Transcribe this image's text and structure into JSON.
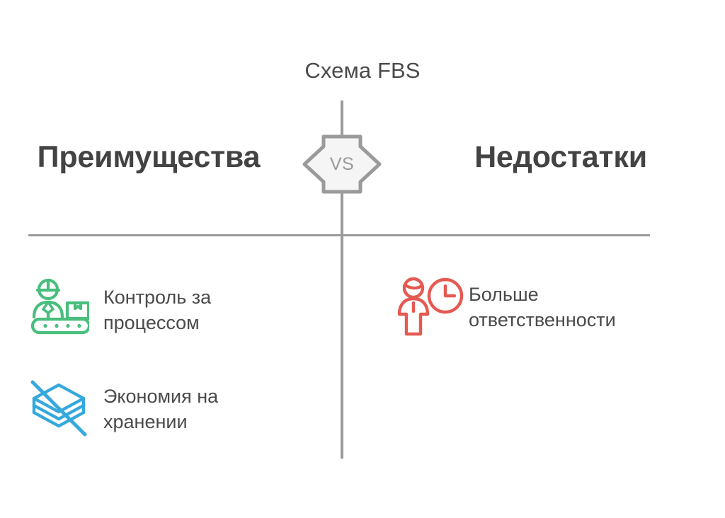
{
  "page": {
    "background": "#ffffff",
    "title": "Схема FBS",
    "title_color": "#4a4a4a"
  },
  "vs_badge": {
    "label": "VS",
    "fill": "#f5f5f5",
    "stroke": "#9a9a9a",
    "icon": "double-arrow-vs-badge"
  },
  "divider": {
    "color": "#9a9a9a"
  },
  "center_axis": {
    "color": "#9a9a9a"
  },
  "columns": {
    "left": {
      "heading": "Преимущества",
      "heading_color": "#434343",
      "items": [
        {
          "icon": "conveyor-worker-icon",
          "icon_color": "#49be7d",
          "text": "Контроль за процессом"
        },
        {
          "icon": "paper-stack-crossed-icon",
          "icon_color": "#35a8dc",
          "text": "Экономия на хранении"
        }
      ]
    },
    "right": {
      "heading": "Недостатки",
      "heading_color": "#434343",
      "items": [
        {
          "icon": "person-clock-icon",
          "icon_color": "#e45a52",
          "text": "Больше ответственности"
        }
      ]
    }
  }
}
